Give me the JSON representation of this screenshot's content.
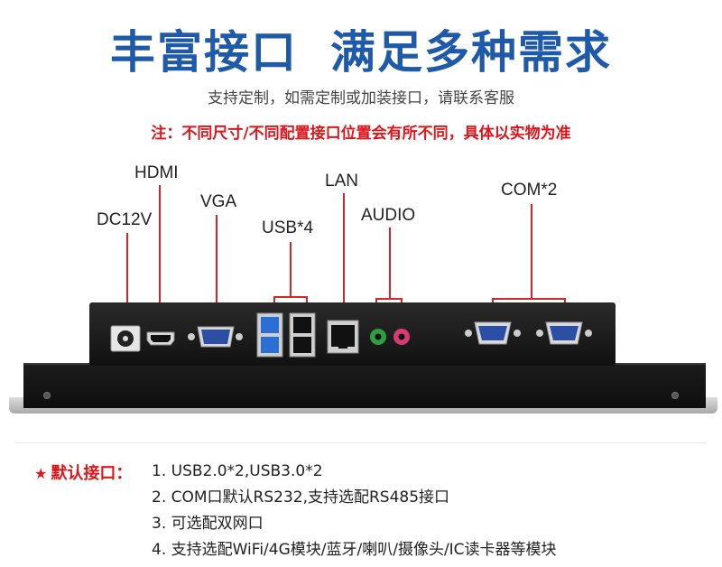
{
  "header": {
    "title_part1": "丰富接口",
    "title_part2": "满足多种需求",
    "subtitle": "支持定制，如需定制或加装接口，请联系客服",
    "note": "注：不同尺寸/不同配置接口位置会有所不同，具体以实物为准"
  },
  "ports": {
    "dc": "DC12V",
    "hdmi": "HDMI",
    "vga": "VGA",
    "usb": "USB*4",
    "lan": "LAN",
    "audio": "AUDIO",
    "com": "COM*2"
  },
  "defaults": {
    "heading": "默认接口：",
    "items": [
      "1. USB2.0*2,USB3.0*2",
      "2. COM口默认RS232,支持选配RS485接口",
      "3. 可选配双网口",
      "4. 支持选配WiFi/4G模块/蓝牙/喇叭/摄像头/IC读卡器等模块"
    ]
  },
  "colors": {
    "title": "#1f5aa8",
    "note": "#e0151b",
    "leader_lines": "#d3262b",
    "usb3": "#2a6fd6",
    "audio_green": "#2e9e3e",
    "audio_pink": "#d63b73",
    "vga_com": "#2c4fa6"
  }
}
